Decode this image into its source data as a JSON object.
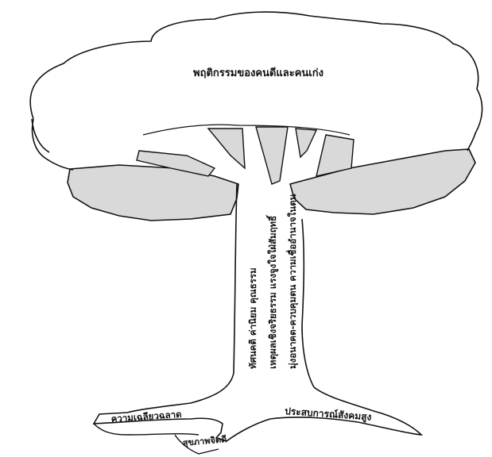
{
  "diagram": {
    "crown_label": "พฤติกรรมของคนดีและคนเก่ง",
    "trunk_labels": [
      "ทัศนคติ ค่านิยม คุณธรรม",
      "เหตุผลเชิงจริยธรรม แรงจูงใจใฝ่สัมฤทธิ์",
      "มุ่งอนาคต-ควบคุมตน ความเชื่ออำนาจในตน"
    ],
    "root_labels": {
      "right": "ประสบการณ์สังคมสูง",
      "left_upper": "ความเฉลียวฉลาด",
      "left_lower": "สุขภาพจิตดี"
    },
    "colors": {
      "outline": "#111111",
      "shade": "#d9d9d9",
      "background": "#ffffff"
    }
  }
}
